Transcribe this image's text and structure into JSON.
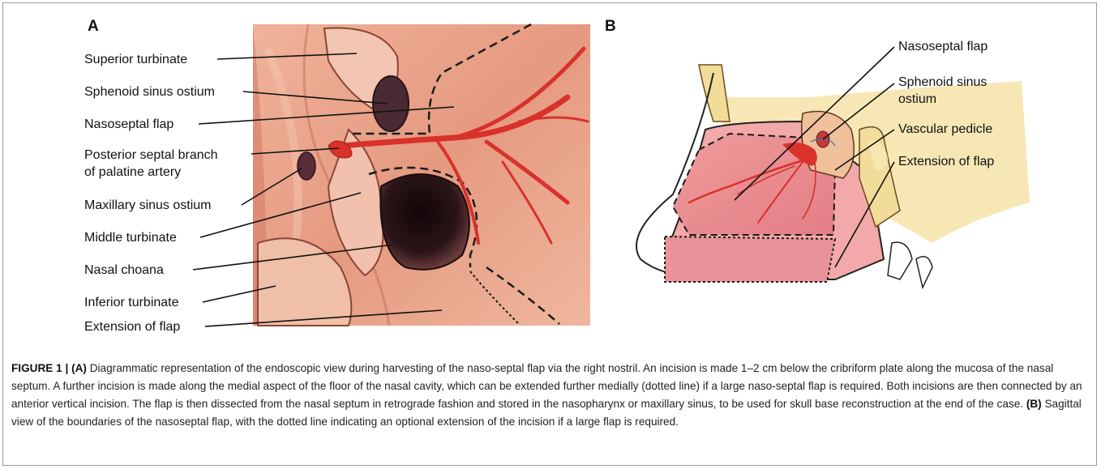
{
  "panel_a": {
    "letter": "A",
    "labels": {
      "superior_turbinate": "Superior turbinate",
      "sphenoid_ostium": "Sphenoid sinus ostium",
      "nasoseptal_flap": "Nasoseptal flap",
      "posterior_septal_line1": "Posterior septal branch",
      "posterior_septal_line2": "of palatine artery",
      "maxillary_ostium": "Maxillary sinus ostium",
      "middle_turbinate": "Middle turbinate",
      "nasal_choana": "Nasal choana",
      "inferior_turbinate": "Inferior turbinate",
      "extension_of_flap": "Extension of flap"
    }
  },
  "panel_b": {
    "letter": "B",
    "labels": {
      "nasoseptal_flap": "Nasoseptal flap",
      "sphenoid_ostium_line1": "Sphenoid sinus",
      "sphenoid_ostium_line2": "ostium",
      "vascular_pedicle": "Vascular pedicle",
      "extension_of_flap": "Extension of flap"
    }
  },
  "caption": {
    "figure_label": "FIGURE 1 |",
    "part_a_tag": "(A)",
    "part_a_text": "Diagrammatic representation of the endoscopic view during harvesting of the naso-septal flap via the right nostril. An incision is made 1–2 cm below the cribriform plate along the mucosa of the nasal septum. A further incision is made along the medial aspect of the floor of the nasal cavity, which can be extended further medially (dotted line) if a large naso-septal flap is required. Both incisions are then connected by an anterior vertical incision. The flap is then dissected from the nasal septum in retrograde fashion and stored in the nasopharynx or maxillary sinus, to be used for skull base reconstruction at the end of the case.",
    "part_b_tag": "(B)",
    "part_b_text": "Sagittal view of the boundaries of the nasoseptal flap, with the dotted line indicating an optional extension of the incision if a large flap is required."
  },
  "colors": {
    "tissue": "#e59a80",
    "tissue_dark": "#c8644e",
    "artery": "#d8322a",
    "cavity": "#2a1518",
    "flap_pink": "#ea8e8e",
    "bone": "#f2dc9a",
    "accent_blue": "#3b66b0"
  }
}
